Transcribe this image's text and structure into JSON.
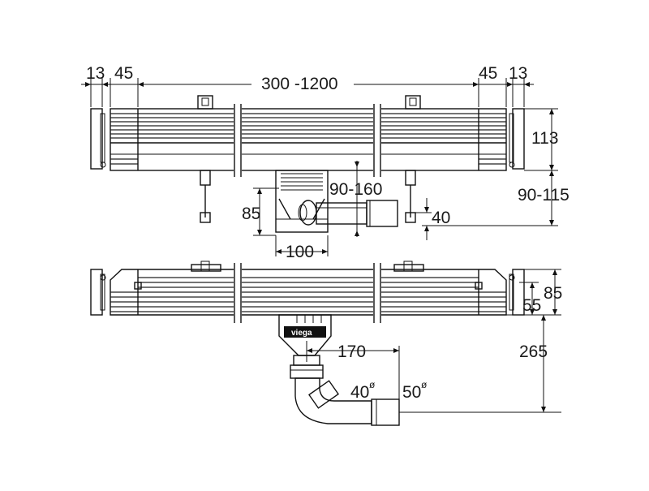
{
  "dimensions": {
    "top_left_end": "13",
    "top_left_side": "45",
    "top_length": "300 -1200",
    "top_right_side": "45",
    "top_right_end": "13",
    "body_height": "113",
    "install_height": "90-115",
    "outlet_height_range": "90-160",
    "housing_height": "85",
    "outlet_offset": "40",
    "housing_width": "100",
    "bottom_body_height": "85",
    "bottom_inner_height": "55",
    "bottom_total_height": "265",
    "outlet_length": "170",
    "pipe_small": "40",
    "pipe_large": "50",
    "diameter_symbol": "ø"
  },
  "brand": "viega",
  "colors": {
    "line": "#111111",
    "background": "#ffffff"
  }
}
